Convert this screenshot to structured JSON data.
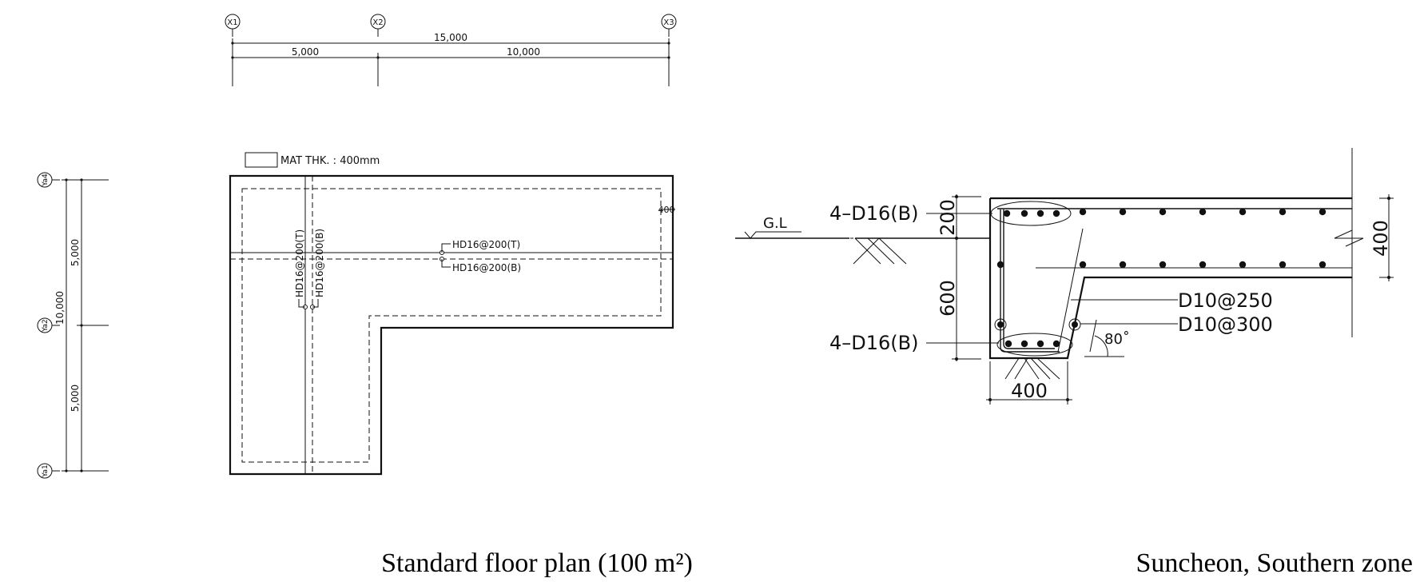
{
  "plan": {
    "grid_x": [
      "X1",
      "X2",
      "X3"
    ],
    "grid_y": [
      "Ya4",
      "Ya2",
      "Ya1"
    ],
    "dim_total_x": "15,000",
    "dim_x1_x2": "5,000",
    "dim_x2_x3": "10,000",
    "dim_total_y": "10,000",
    "dim_y_upper": "5,000",
    "dim_y_lower": "5,000",
    "mat_note": "MAT THK. : 400mm",
    "edge_dim": "400",
    "rebar_top_h": "HD16@200(T)",
    "rebar_bottom_h": "HD16@200(B)",
    "rebar_top_v": "HD16@200(T)",
    "rebar_bottom_v": "HD16@200(B)"
  },
  "section": {
    "ground_label": "G.L",
    "top_bars": "4–D16(B)",
    "bottom_bars": "4–D16(B)",
    "dim_200": "200",
    "dim_600": "600",
    "dim_width": "400",
    "dim_slab": "400",
    "stirrup_1": "D10@250",
    "stirrup_2": "D10@300",
    "angle": "80˚"
  },
  "captions": {
    "left": "Standard floor plan (100 m²)",
    "right": "Suncheon, Southern zone"
  }
}
